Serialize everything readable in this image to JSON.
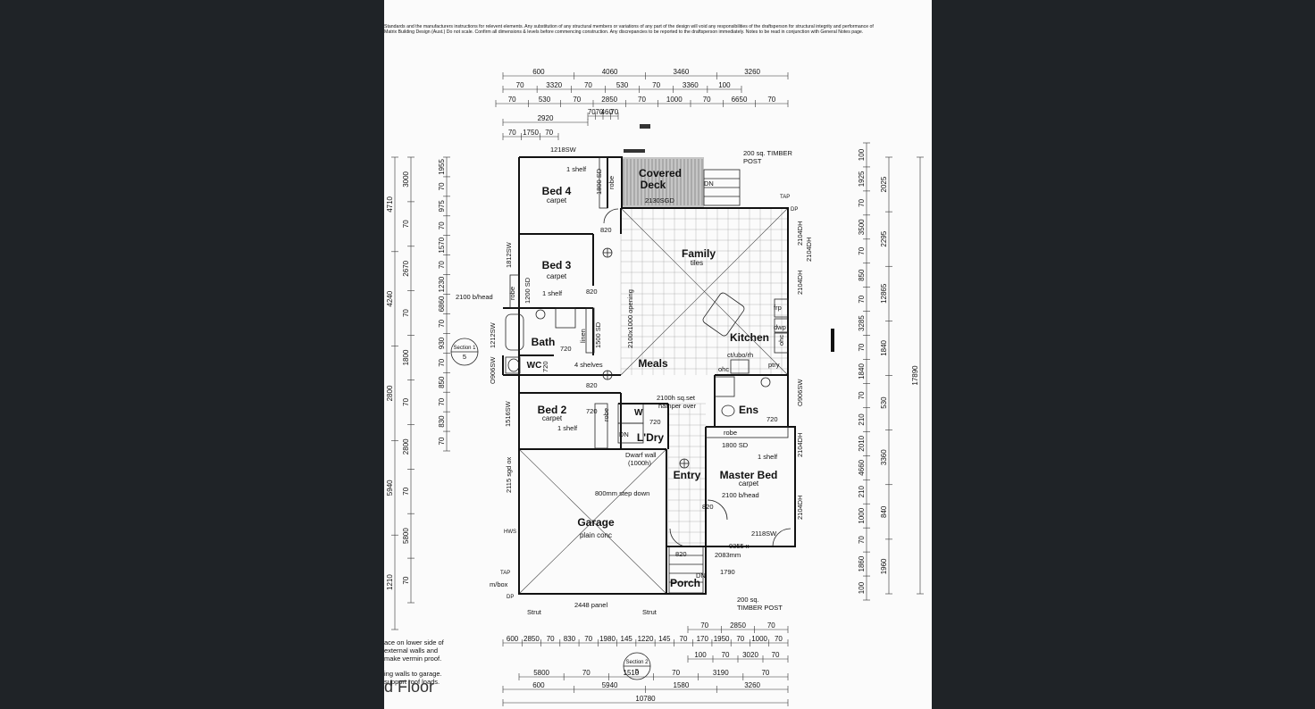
{
  "header_notes": [
    "Standards and the manufacturers instructions for relevent elements. Any substitution of any structural members or variations of any part of the design will void any responsibilities of the draftsperson for structural integrity and performance of",
    "Matrix Building Design (Aust.) Do not scale. Confirm all dimensions & levels before commencing construction. Any discrepancies to be reported to the draftsperson immediately. Notes to be read in conjunction with General Notes page."
  ],
  "rooms": {
    "bed4": {
      "name": "Bed 4",
      "finish": "carpet"
    },
    "bed3": {
      "name": "Bed 3",
      "finish": "carpet"
    },
    "bed2": {
      "name": "Bed 2",
      "finish": "carpet"
    },
    "bath": {
      "name": "Bath"
    },
    "wc": {
      "name": "WC"
    },
    "covered_deck": {
      "name_line1": "Covered",
      "name_line2": "Deck"
    },
    "family": {
      "name": "Family",
      "finish": "tiles"
    },
    "kitchen": {
      "name": "Kitchen"
    },
    "meals": {
      "name": "Meals"
    },
    "ens": {
      "name": "Ens"
    },
    "ldry": {
      "name": "L'Dry"
    },
    "entry": {
      "name": "Entry"
    },
    "master": {
      "name": "Master Bed",
      "finish": "carpet"
    },
    "garage": {
      "name": "Garage",
      "finish": "plain conc"
    },
    "porch": {
      "name": "Porch"
    }
  },
  "plan_labels": {
    "w1218": "1218SW",
    "shelf_bed4": "1 shelf",
    "robe_bed4": "robe",
    "sd_bed4": "1800 SD",
    "door2130": "2130SGD",
    "dn_deck": "DN",
    "timber_post_top_1": "200 sq. TIMBER",
    "timber_post_top_2": "POST",
    "w1812": "1812SW",
    "head2100": "2100 b/head",
    "robe_bed3": "robe",
    "sd_bed3": "1200 SD",
    "shelf_bed3": "1 shelf",
    "d820_a": "820",
    "d820_b": "820",
    "d820_c": "820",
    "d820_d": "820",
    "d820_e": "820",
    "w1212": "1212SW",
    "linen": "linen",
    "sd1500": "1500 SD",
    "d720_bath": "720",
    "d720_wc": "720",
    "w0906": "O906SW",
    "shelves4": "4 shelves",
    "opening": "2100x1000 opening",
    "w1516": "1516SW",
    "d720_bed2": "720",
    "robe_bed2": "robe",
    "shelf_bed2": "1 shelf",
    "w_label": "W",
    "dn_ldry": "DN",
    "d720_ldry": "720",
    "hamper_1": "2100h sq.set",
    "hamper_2": "hamper over",
    "dwarf_1": "Dwarf wall",
    "dwarf_2": "(1000h)",
    "step": "800mm step down",
    "sgd2115": "2115 sgd ox",
    "hws": "HWS",
    "tap_l": "TAP",
    "mbox": "m/box",
    "dp_l": "DP",
    "strut_l": "Strut",
    "panel": "2448 panel",
    "strut_r": "Strut",
    "fr": "frp",
    "dwp": "dwp",
    "ohc": "ohc",
    "ct": "ct/ubo/rh",
    "ptry": "ptry",
    "ohc2": "ohc",
    "dh_a": "2104DH",
    "dh_b": "2104DH",
    "dh_c": "2104DH",
    "dh_d": "2104DH",
    "dh_e": "2104DH",
    "w0906b": "O906SW",
    "d720_ens": "720",
    "robe_master": "robe",
    "sd_master": "1800 SD",
    "shelf_master": "1 shelf",
    "head_master": "2100 b/head",
    "w2118": "2118SW",
    "door_1": "0355 x",
    "door_2": "2083mm",
    "d1790": "1790",
    "dn_porch": "DN",
    "timber_post_bot_1": "200 sq.",
    "timber_post_bot_2": "TIMBER POST",
    "tap_top": "TAP",
    "dp_top": "DP",
    "section1_a": "Section 1",
    "section1_b": "5",
    "section2_a": "Section 2",
    "section2_b": "5"
  },
  "dims_top": {
    "r1": [
      "600",
      "4060",
      "3460",
      "3260"
    ],
    "r2": [
      "70",
      "3320",
      "70",
      "530",
      "70",
      "3360",
      "100"
    ],
    "r3": [
      "70",
      "530",
      "70",
      "2850",
      "70",
      "1000",
      "70",
      "6650",
      "70"
    ],
    "r4": [
      "70",
      "70",
      "460",
      "70"
    ],
    "r4b": [
      "2920"
    ],
    "r5": [
      "70",
      "1750",
      "70"
    ]
  },
  "dims_left": {
    "c1": [
      "4710",
      "4240",
      "2800",
      "5940",
      "1210"
    ],
    "c2": [
      "3000",
      "70",
      "2670",
      "70",
      "1800",
      "70",
      "2800",
      "70",
      "5800",
      "70"
    ],
    "c3": [
      "1955",
      "70",
      "975",
      "70",
      "1570",
      "70",
      "1230",
      "6860",
      "70",
      "930",
      "70",
      "850",
      "70",
      "830",
      "70"
    ]
  },
  "dims_right": {
    "c1": [
      "100",
      "1925",
      "70",
      "3500",
      "70",
      "850",
      "70",
      "3285",
      "70",
      "1840",
      "70",
      "210",
      "2010",
      "4660",
      "210",
      "1000",
      "70",
      "1860",
      "100"
    ],
    "c2": [
      "2025",
      "2295",
      "12865",
      "1840",
      "530",
      "3360",
      "840",
      "1960"
    ],
    "c3": [
      "17890"
    ]
  },
  "dims_bottom": {
    "r0": [
      "70",
      "2850",
      "70"
    ],
    "r1": [
      "600",
      "2850",
      "70",
      "830",
      "70",
      "1980",
      "145",
      "1220",
      "145",
      "70",
      "170",
      "1950",
      "70",
      "1000",
      "70"
    ],
    "r2": [
      "100",
      "70",
      "3020",
      "70"
    ],
    "r3": [
      "5800",
      "70",
      "1510",
      "70",
      "3190",
      "70"
    ],
    "r4": [
      "600",
      "5940",
      "1580",
      "3260"
    ],
    "r5": [
      "10780"
    ]
  },
  "side_notes": [
    "ace on lower side of",
    "external walls and",
    "make vermin proof.",
    "ing walls to garage.",
    "support roof loads."
  ],
  "title_fragment": "d Floor"
}
